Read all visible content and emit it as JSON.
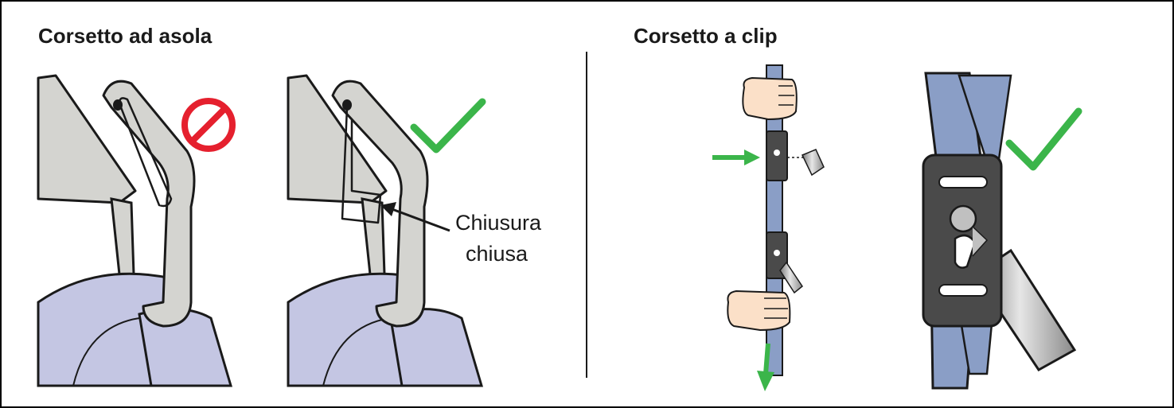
{
  "left_panel": {
    "title": "Corsetto ad asola",
    "callout_line1": "Chiusura",
    "callout_line2": "chiusa"
  },
  "right_panel": {
    "title": "Corsetto a clip"
  },
  "colors": {
    "hanger_metal": "#d4d4d0",
    "strap_lavender": "#c4c6e3",
    "strap_blue": "#8a9ec6",
    "clip_dark": "#4a4a4a",
    "check_green": "#3bb54a",
    "prohibit_red": "#e5202e",
    "skin": "#fbe0c8",
    "outline": "#1a1a1a"
  },
  "icons": [
    "prohibited-icon",
    "checkmark-icon",
    "checkmark-icon",
    "arrow-right-icon",
    "arrow-down-icon"
  ]
}
